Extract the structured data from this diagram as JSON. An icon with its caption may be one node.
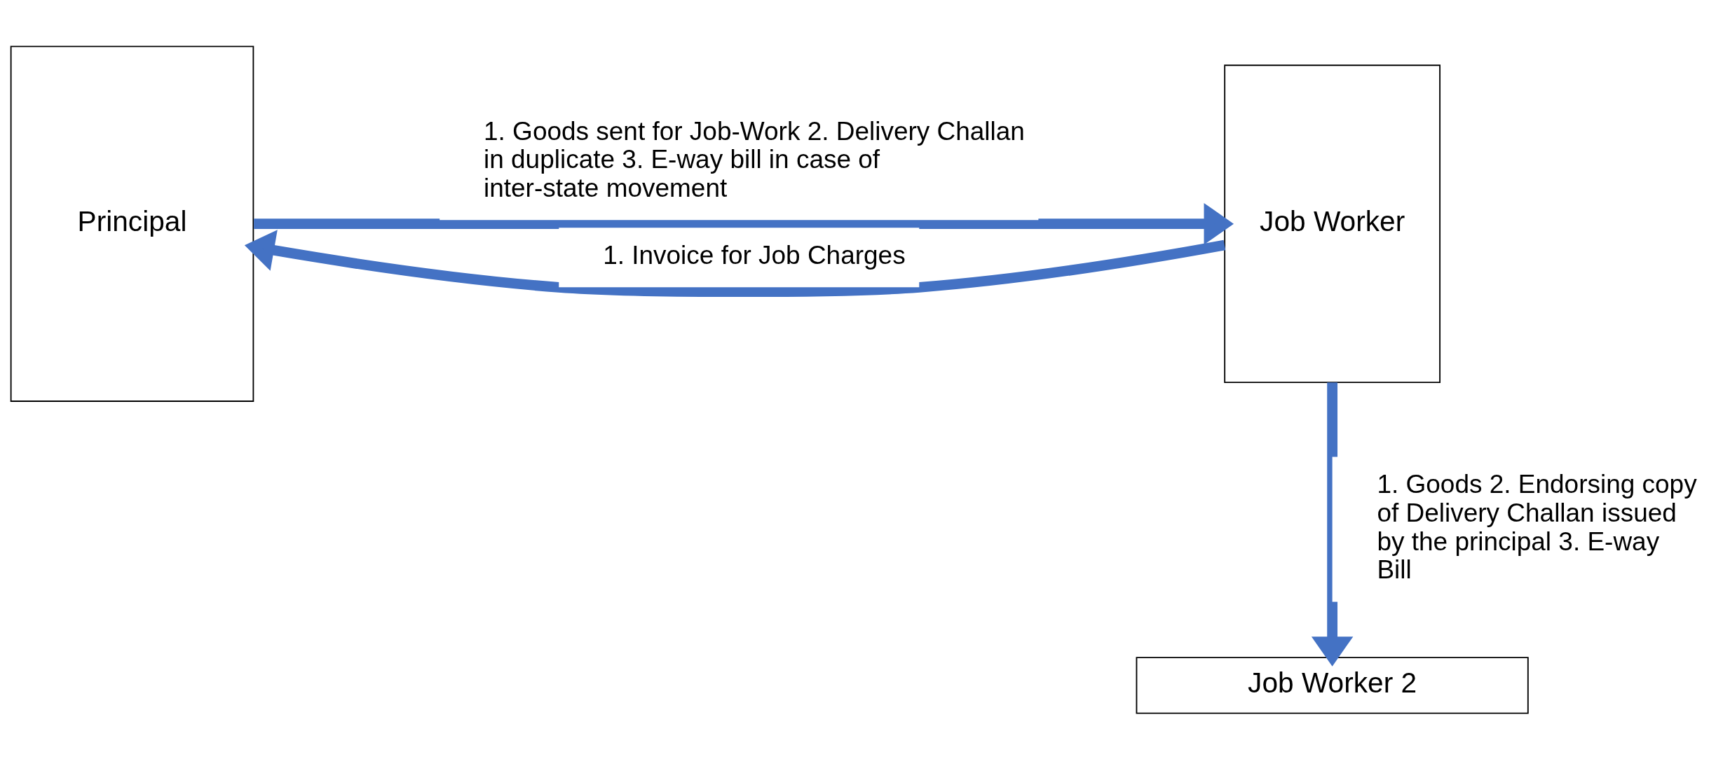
{
  "diagram": {
    "nodes": [
      {
        "text": [
          "Principal"
        ]
      },
      {
        "text": [
          "Job Worker"
        ]
      },
      {
        "text": [
          "Job Worker 2"
        ]
      }
    ],
    "edges": [
      {
        "from": 0,
        "to": 1,
        "arrow": "to",
        "label": "1. Goods sent for Job-Work 2. Delivery Challan in duplicate 3. E-way bill in case of inter-state movement"
      },
      {
        "from": 1,
        "to": 0,
        "arrow": "to",
        "label": "1. Invoice for Job Charges"
      },
      {
        "from": 1,
        "to": 2,
        "arrow": "to",
        "label": "1. Goods 2. Endorsing copy of Delivery Challan issued by the principal 3. E-way Bill"
      }
    ]
  }
}
